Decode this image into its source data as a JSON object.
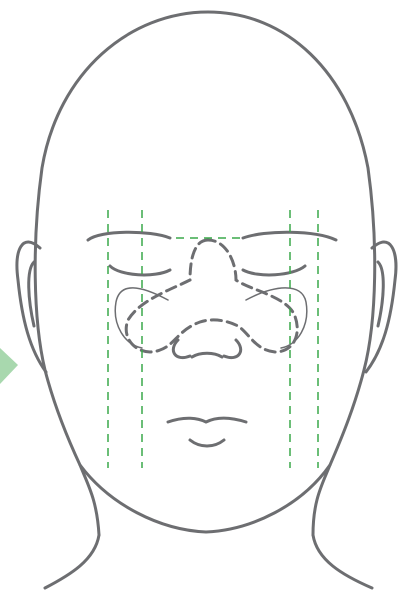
{
  "colors": {
    "background": "#ffffff",
    "line": "#6d6e71",
    "guide": "#3aa84a",
    "arrow": "#a8d8ae"
  },
  "figure": {
    "guide_lines": 4,
    "mask_outline_style": "dashed",
    "reference_outline_style": "solid"
  }
}
